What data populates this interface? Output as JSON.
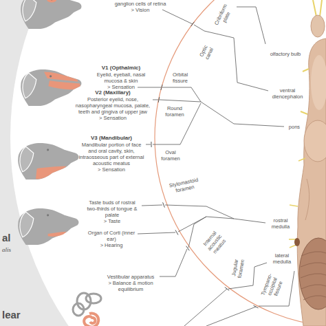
{
  "diagram": {
    "labels": [
      "ganglion cells of retina",
      "> Vision",
      "Cribriform plate",
      "Optic canal",
      "olfactory bulb",
      "V1 (Opthalmic)",
      "Eyelid, eyeball, nasal mucosa & skin",
      "> Sensation",
      "Orbital fissure",
      "V2 (Maxillary)",
      "Posterior eyelid, nose, nasopharyngeal mucosa, palate, teeth and gingiva of upper jaw",
      "> Sensation",
      "Round foramen",
      "ventral diencephalon",
      "pons",
      "V3 (Mandibular)",
      "Mandibular portion of face and oral cavity, skin, intraosseous part of external acoustic meatus",
      "> Sensation",
      "Oval foramen",
      "rostral medulla",
      "lateral medulla",
      "Taste buds of rostral two-thirds of tongue & palate",
      "> Taste",
      "Stylomastoid foramen",
      "al",
      "alis",
      "Organ of Corti (inner ear)",
      "> Hearing",
      "Internal acoustic meatus",
      "Vestibular apparatus",
      "> Balance & motion equilibrium",
      "lear",
      "Tympano-occipital fissure",
      "Jugular foramen"
    ]
  }
}
